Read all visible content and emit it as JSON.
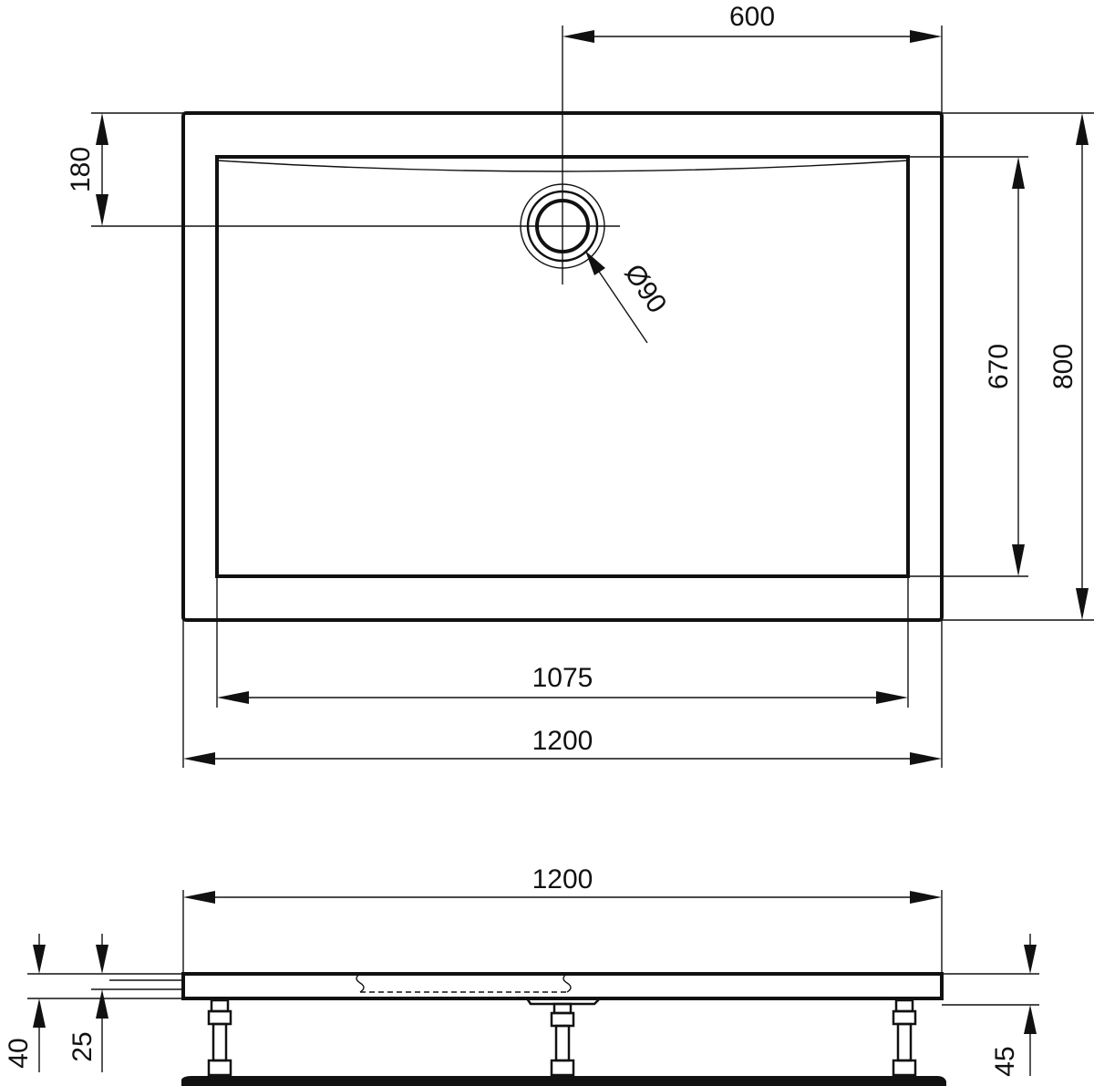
{
  "top_view": {
    "drain_offset": "600",
    "drain_from_top": "180",
    "drain_diameter": "Ø90",
    "inner_depth": "670",
    "outer_depth": "800",
    "inner_width": "1075",
    "outer_width": "1200"
  },
  "side_view": {
    "outer_width": "1200",
    "height_total": "40",
    "height_tray": "25",
    "height_right": "45"
  }
}
